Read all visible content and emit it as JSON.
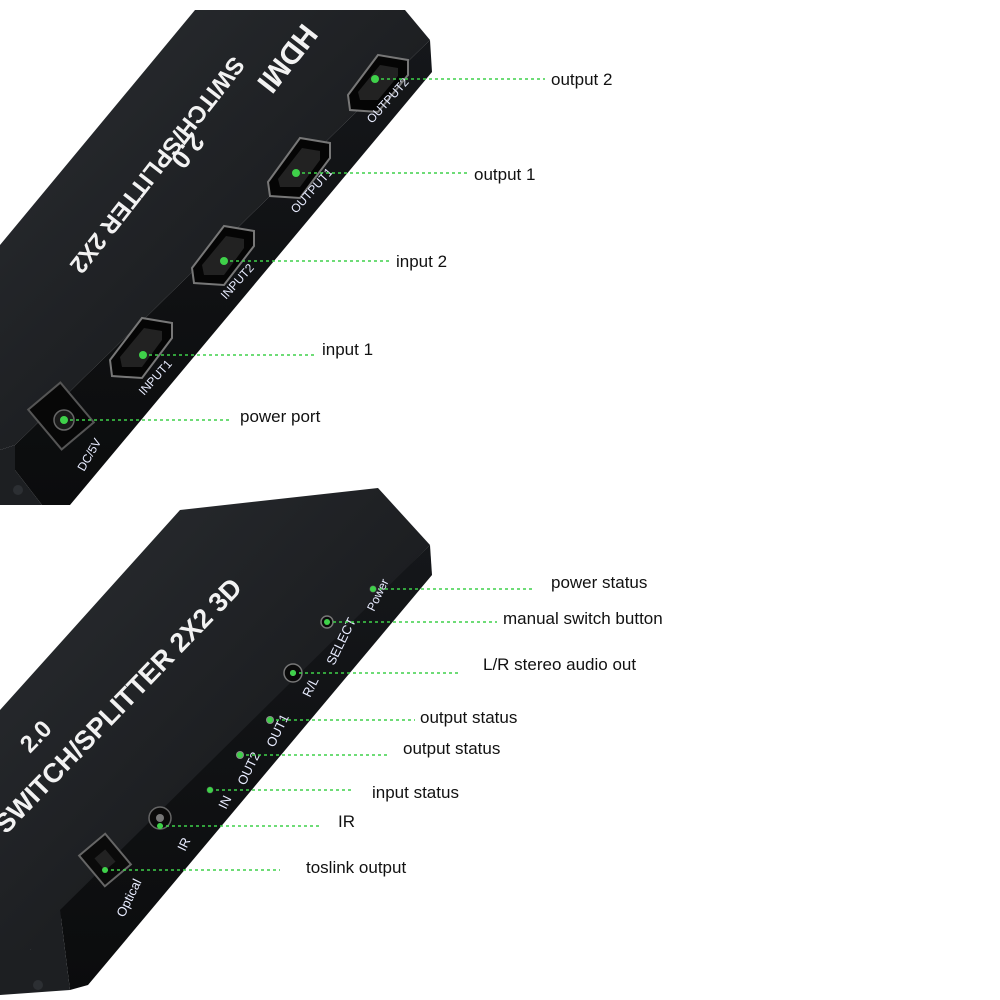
{
  "top_device": {
    "logo_text": "HDMI",
    "model_text": "SWITCH/SPLITTER 2X2",
    "version_text": "2.0",
    "port_labels": {
      "dc": "DC/5V",
      "input1": "INPUT1",
      "input2": "INPUT2",
      "output1": "OUTPUT1",
      "output2": "OUTPUT2"
    }
  },
  "bottom_device": {
    "model_text": "SWITCH/SPLITTER 2X2 3D",
    "version_text": "2.0",
    "port_labels": {
      "optical": "Optical",
      "ir": "IR",
      "in": "IN",
      "out2": "OUT2",
      "out1": "OUT1",
      "rl": "R/L",
      "select": "SELECT",
      "power": "Power"
    }
  },
  "callouts": {
    "output2": "output 2",
    "output1": "output 1",
    "input2": "input 2",
    "input1": "input 1",
    "power_port": "power port",
    "power_status": "power status",
    "manual_switch": "manual switch button",
    "audio_out": "L/R stereo audio out",
    "output_status_1": "output status",
    "output_status_2": "output status",
    "input_status": "input status",
    "ir": "IR",
    "toslink": "toslink output"
  },
  "colors": {
    "body": "#17191c",
    "front_panel": "#101113",
    "leader": "#3fd14a",
    "panel_text": "#dfe6ff"
  }
}
